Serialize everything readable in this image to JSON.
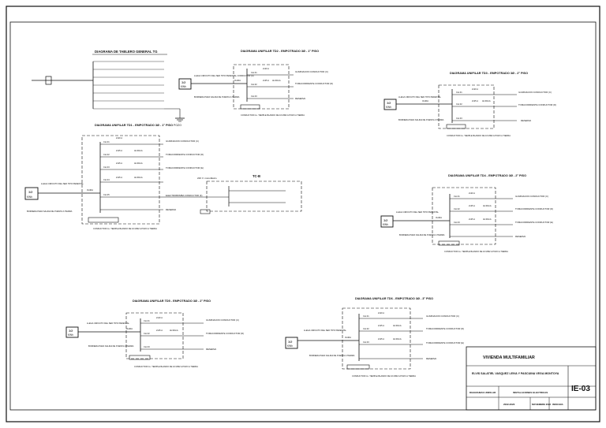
{
  "general": {
    "title": "DIAGRAMA DE TABLERO GENERAL TG",
    "ground": "POZO"
  },
  "labels": {
    "meter_top": "3Ø",
    "meter_bottom": "KWh",
    "supply": "LLEGA CIRCUITO DEL SED TIPO PEDESTAL",
    "supply_td2": "LLEGA CIRCUITO DEL SED TIPO PEDESTAL CONDUCTOR (A)",
    "borne": "BORNERA PARA SALIDA DE PUESTA A TIERRA",
    "ground_cond": "CONDUCTOR Cu. TEMPLE BLANDO DE 16 MM2 A POZO A TIERRA",
    "main_brk": "3x40A",
    "brk20": "2x20 A",
    "brk25": "2x25 A",
    "diff": "I∆=30mA",
    "c1": "ILUMINACION CONDUCTOR (C)",
    "c2": "TOMACORRIENTE CONDUCTOR (D)",
    "c2b": "TOMACORRIENTE CONDUCTOR (E)",
    "c3": "ELECTROBOMBA CONDUCTOR (F)",
    "reserve": "RESERVA",
    "ckt": [
      "Cto.01",
      "Cto.02",
      "Cto.03",
      "Cto.04",
      "Cto.05"
    ]
  },
  "panels": {
    "td1": "DIAGRAMA UNIFILAR TD1 - EMPOTRADO 3Ø - 1° PISO",
    "td2": "DIAGRAMA UNIFILAR TD2 - EMPOTRADO 3Ø - 1° PISO",
    "td3": "DIAGRAMA UNIFILAR TD3 - EMPOTRADO 3Ø - 2° PISO",
    "td4": "DIAGRAMA UNIFILAR TD4 - EMPOTRADO 3Ø - 2° PISO",
    "td5": "DIAGRAMA UNIFILAR TD5 - EMPOTRADO 3Ø - 2° PISO",
    "td6": "DIAGRAMA UNIFILAR TD6 - EMPOTRADO 3Ø - 3° PISO"
  },
  "tcb": {
    "title": "TC-B",
    "supply": "220 V. monofásico"
  },
  "title_block": {
    "project": "VIVIENDA MULTIFAMILIAR",
    "authors": "ELVIS SALATIEL VASQUEZ LEIVA Y PASCUINA VEGA MONTOYA",
    "drawing": "DIAGRAMAS UNIFILAR",
    "spec": "INSTALACIONES ELECTRICAS",
    "year": "2022-2023",
    "date": "NOVIEMBRE 2023",
    "scale": "INDICADA",
    "sheet": "IE-03"
  },
  "colors": {
    "line": "#111111",
    "paper": "#ffffff"
  }
}
